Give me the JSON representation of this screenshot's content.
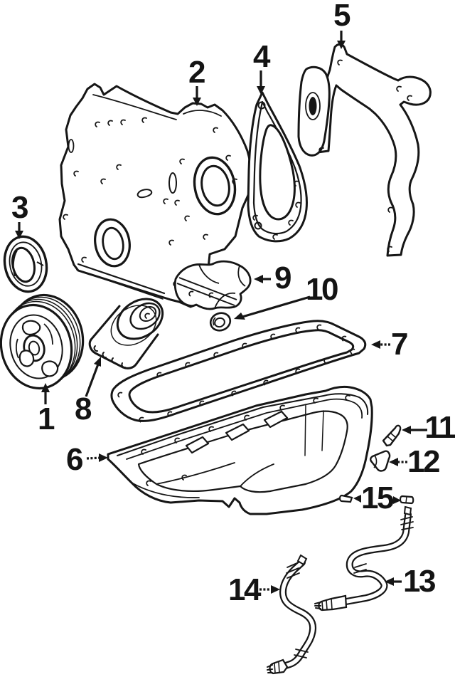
{
  "diagram": {
    "colors": {
      "background": "#ffffff",
      "line": "#161616"
    },
    "callouts": [
      {
        "number": "1"
      },
      {
        "number": "2"
      },
      {
        "number": "3"
      },
      {
        "number": "4"
      },
      {
        "number": "5"
      },
      {
        "number": "6"
      },
      {
        "number": "7"
      },
      {
        "number": "8"
      },
      {
        "number": "9"
      },
      {
        "number": "10"
      },
      {
        "number": "11"
      },
      {
        "number": "12"
      },
      {
        "number": "13"
      },
      {
        "number": "14"
      },
      {
        "number": "15"
      }
    ]
  }
}
